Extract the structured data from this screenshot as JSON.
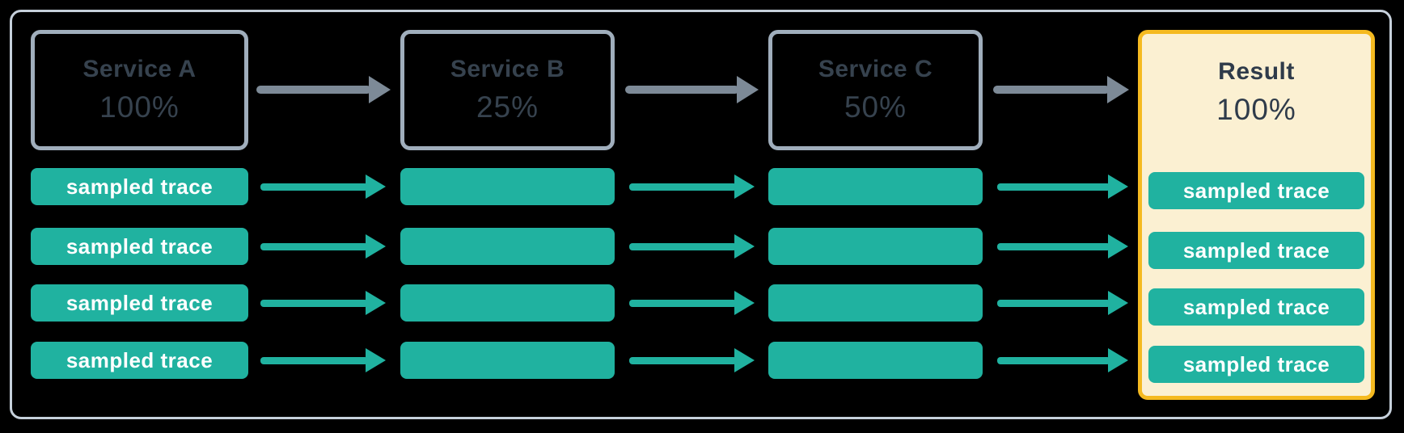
{
  "columns": [
    {
      "name": "Service A",
      "rate": "100%",
      "type": "service",
      "traces": [
        "sampled trace",
        "sampled trace",
        "sampled trace",
        "sampled trace"
      ]
    },
    {
      "name": "Service B",
      "rate": "25%",
      "type": "service",
      "traces": [
        "",
        "",
        "",
        ""
      ]
    },
    {
      "name": "Service C",
      "rate": "50%",
      "type": "service",
      "traces": [
        "",
        "",
        "",
        ""
      ]
    },
    {
      "name": "Result",
      "rate": "100%",
      "type": "result",
      "traces": [
        "sampled trace",
        "sampled trace",
        "sampled trace",
        "sampled trace"
      ]
    }
  ],
  "colors": {
    "trace_teal": "#20B2A0",
    "flow_arrow_gray": "#7D8A97",
    "service_box_border": "#A0AEBC",
    "outer_frame_border": "#C6D0DB",
    "service_text": "#36424E",
    "trace_label_text": "#FFFFFF",
    "result_fill": "#FBF0D2",
    "result_border": "#F5BA20"
  }
}
